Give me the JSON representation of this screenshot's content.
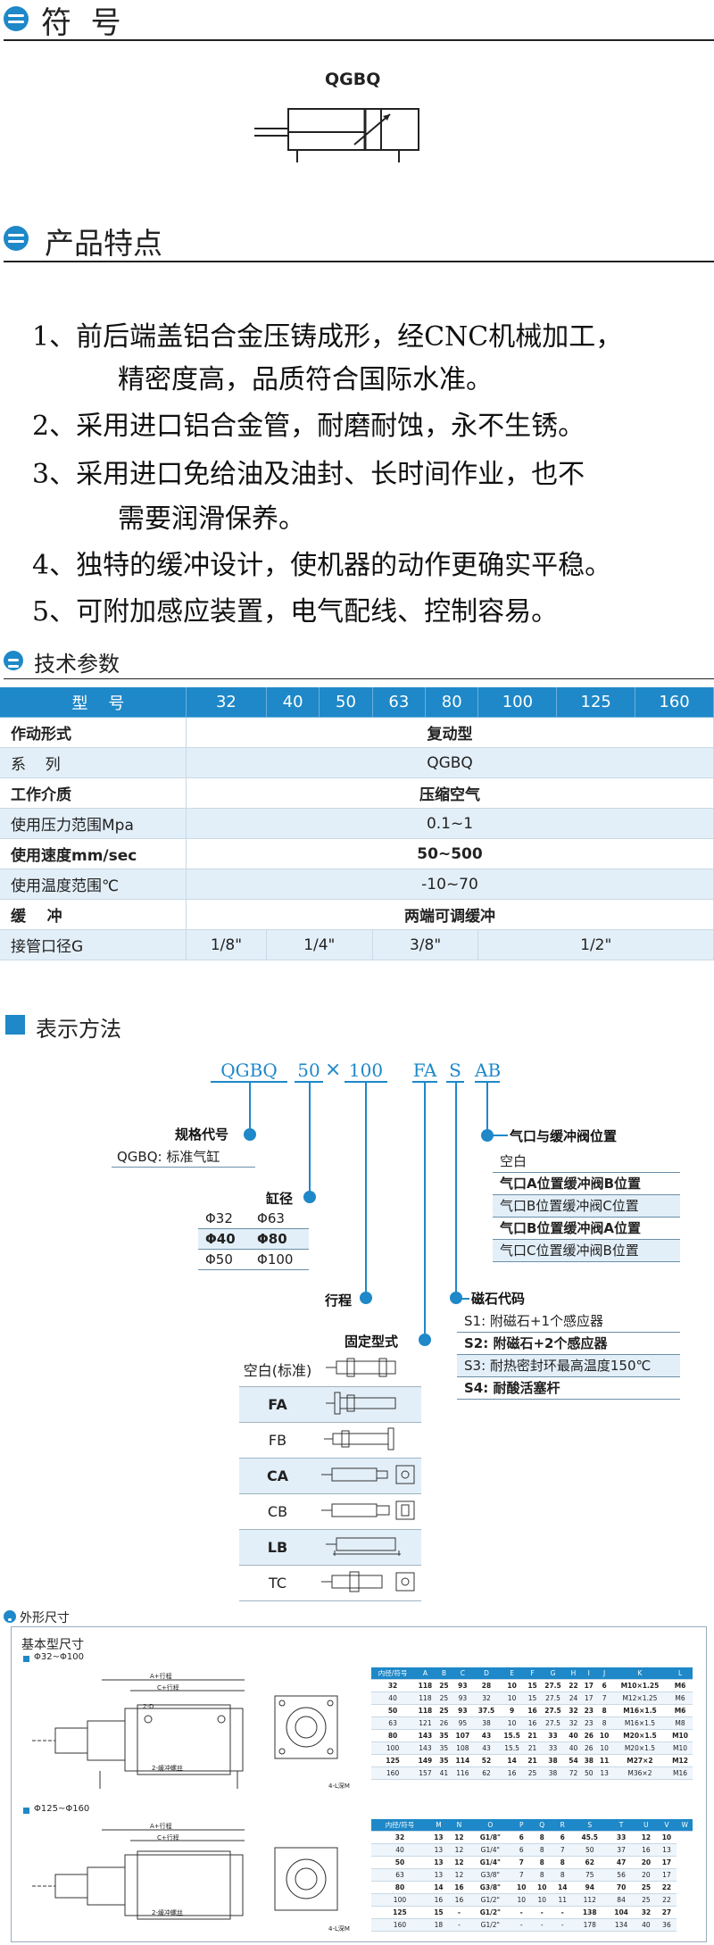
{
  "symbol_section": {
    "title": "符  号",
    "model": "QGBQ"
  },
  "features_section": {
    "title": "产品特点",
    "items": [
      "1、前后端盖铝合金压铸成形，经CNC机械加工，",
      "精密度高，品质符合国际水准。",
      "2、采用进口铝合金管，耐磨耐蚀，永不生锈。",
      "3、采用进口免给油及油封、长时间作业，也不",
      "需要润滑保养。",
      "4、独特的缓冲设计，使机器的动作更确实平稳。",
      "5、可附加感应装置，电气配线、控制容易。"
    ]
  },
  "tech_section": {
    "title": "技术参数",
    "header": {
      "label": "型    号",
      "sizes": [
        "32",
        "40",
        "50",
        "63",
        "80",
        "100",
        "125",
        "160"
      ]
    },
    "rows": [
      {
        "label": "作动形式",
        "value": "复动型",
        "bold": true
      },
      {
        "label": "系    列",
        "value": "QGBQ",
        "bold": false
      },
      {
        "label": "工作介质",
        "value": "压缩空气",
        "bold": true
      },
      {
        "label": "使用压力范围Mpa",
        "value": "0.1~1",
        "bold": false
      },
      {
        "label": "使用速度mm/sec",
        "value": "50~500",
        "bold": true
      },
      {
        "label": "使用温度范围℃",
        "value": "-10~70",
        "bold": false
      },
      {
        "label": "缓    冲",
        "value": "两端可调缓冲",
        "bold": true
      }
    ],
    "port": {
      "label": "接管口径G",
      "values": [
        "1/8\"",
        "1/4\"",
        "3/8\"",
        "1/2\""
      ]
    }
  },
  "order_section": {
    "title": "表示方法",
    "code": {
      "series": "QGBQ",
      "bore": "50",
      "times": "×",
      "stroke": "100",
      "mount": "FA",
      "sensor": "S",
      "valve": "AB"
    },
    "spec": {
      "title": "规格代号",
      "desc": "QGBQ: 标准气缸"
    },
    "bore": {
      "title": "缸径",
      "rows": [
        [
          "Φ32",
          "Φ63"
        ],
        [
          "Φ40",
          "Φ80"
        ],
        [
          "Φ50",
          "Φ100"
        ]
      ]
    },
    "stroke_title": "行程",
    "mounting": {
      "title": "固定型式",
      "rows": [
        "空白(标准)",
        "FA",
        "FB",
        "CA",
        "CB",
        "LB",
        "TC"
      ]
    },
    "valve": {
      "title": "气口与缓冲阀位置",
      "rows": [
        "空白",
        "气口A位置缓冲阀B位置",
        "气口B位置缓冲阀C位置",
        "气口B位置缓冲阀A位置",
        "气口C位置缓冲阀B位置"
      ]
    },
    "magnet": {
      "title": "磁石代码",
      "rows": [
        "S1: 附磁石+1个感应器",
        "S2: 附磁石+2个感应器",
        "S3: 耐热密封环最高温度150℃",
        "S4: 耐酸活塞杆"
      ]
    }
  },
  "dims_section": {
    "title": "外形尺寸",
    "subtitle": "基本型尺寸",
    "range1": "Φ32~Φ100",
    "range2": "Φ125~Φ160",
    "labels": {
      "a_stroke": "A+行程",
      "c_stroke": "C+行程",
      "buffer": "2-缓冲螺丝",
      "port": "2-D",
      "tap": "4-L深M"
    },
    "table1": {
      "header": [
        "内径/符号",
        "A",
        "B",
        "C",
        "D",
        "E",
        "F",
        "G",
        "H",
        "I",
        "J",
        "K",
        "L"
      ],
      "rows": [
        [
          "32",
          "118",
          "25",
          "93",
          "28",
          "10",
          "15",
          "27.5",
          "22",
          "17",
          "6",
          "M10×1.25",
          "M6"
        ],
        [
          "40",
          "118",
          "25",
          "93",
          "32",
          "10",
          "15",
          "27.5",
          "24",
          "17",
          "7",
          "M12×1.25",
          "M6"
        ],
        [
          "50",
          "118",
          "25",
          "93",
          "37.5",
          "9",
          "16",
          "27.5",
          "32",
          "23",
          "8",
          "M16×1.5",
          "M6"
        ],
        [
          "63",
          "121",
          "26",
          "95",
          "38",
          "10",
          "16",
          "27.5",
          "32",
          "23",
          "8",
          "M16×1.5",
          "M8"
        ],
        [
          "80",
          "143",
          "35",
          "107",
          "43",
          "15.5",
          "21",
          "33",
          "40",
          "26",
          "10",
          "M20×1.5",
          "M10"
        ],
        [
          "100",
          "143",
          "35",
          "108",
          "43",
          "15.5",
          "21",
          "33",
          "40",
          "26",
          "10",
          "M20×1.5",
          "M10"
        ],
        [
          "125",
          "149",
          "35",
          "114",
          "52",
          "14",
          "21",
          "38",
          "54",
          "38",
          "11",
          "M27×2",
          "M12"
        ],
        [
          "160",
          "157",
          "41",
          "116",
          "62",
          "16",
          "25",
          "38",
          "72",
          "50",
          "13",
          "M36×2",
          "M16"
        ]
      ]
    },
    "table2": {
      "header": [
        "内径/符号",
        "M",
        "N",
        "O",
        "P",
        "Q",
        "R",
        "S",
        "T",
        "U",
        "V",
        "W"
      ],
      "rows": [
        [
          "32",
          "13",
          "12",
          "G1/8\"",
          "6",
          "8",
          "6",
          "45.5",
          "33",
          "12",
          "10"
        ],
        [
          "40",
          "13",
          "12",
          "G1/4\"",
          "6",
          "8",
          "7",
          "50",
          "37",
          "16",
          "13"
        ],
        [
          "50",
          "13",
          "12",
          "G1/4\"",
          "7",
          "8",
          "8",
          "62",
          "47",
          "20",
          "17"
        ],
        [
          "63",
          "13",
          "12",
          "G3/8\"",
          "7",
          "8",
          "8",
          "75",
          "56",
          "20",
          "17"
        ],
        [
          "80",
          "14",
          "16",
          "G3/8\"",
          "10",
          "10",
          "14",
          "94",
          "70",
          "25",
          "22"
        ],
        [
          "100",
          "16",
          "16",
          "G1/2\"",
          "10",
          "10",
          "11",
          "112",
          "84",
          "25",
          "22"
        ],
        [
          "125",
          "15",
          "-",
          "G1/2\"",
          "-",
          "-",
          "-",
          "138",
          "104",
          "32",
          "27"
        ],
        [
          "160",
          "18",
          "-",
          "G1/2\"",
          "-",
          "-",
          "-",
          "178",
          "134",
          "40",
          "36"
        ]
      ]
    }
  }
}
